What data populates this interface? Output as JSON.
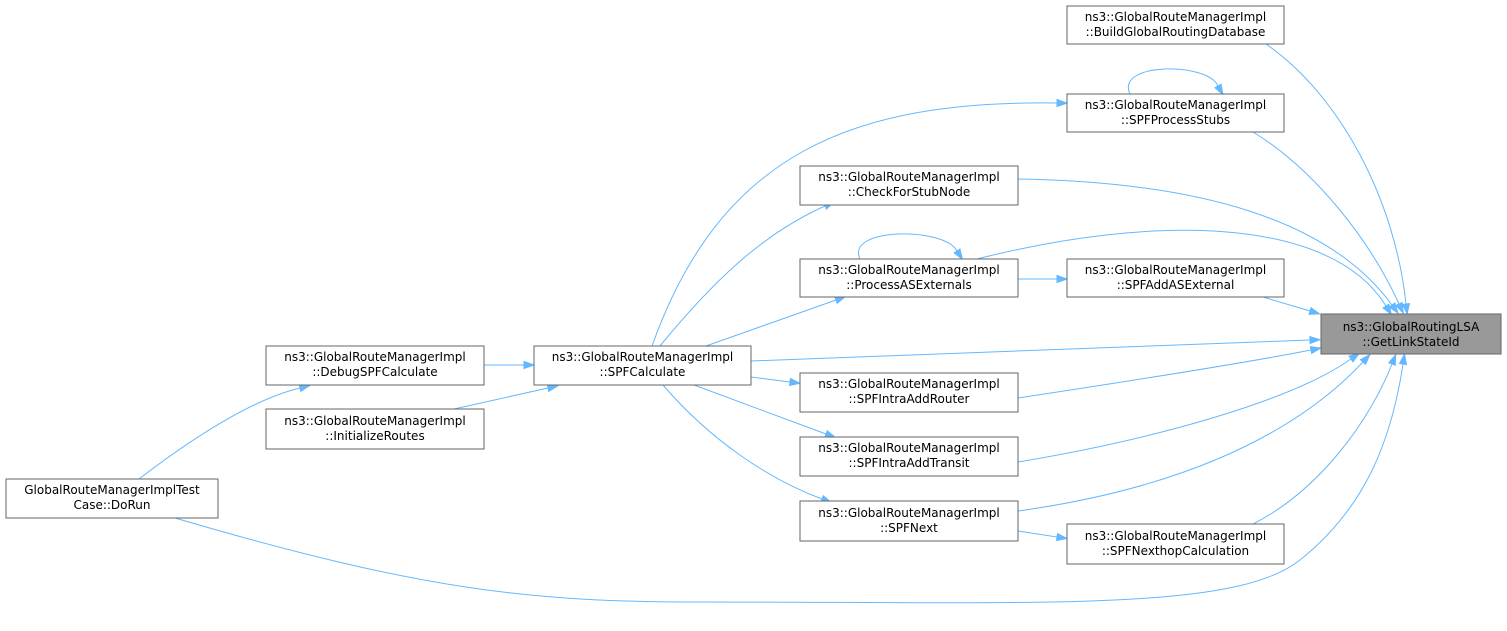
{
  "colors": {
    "edge": "#63b8ff",
    "focus_fill": "#999999",
    "node_border": "#666666"
  },
  "nodes": {
    "getlinkstateid": {
      "line1": "ns3::GlobalRoutingLSA",
      "line2": "::GetLinkStateId"
    },
    "buildglobalroutingdatabase": {
      "line1": "ns3::GlobalRouteManagerImpl",
      "line2": "::BuildGlobalRoutingDatabase"
    },
    "spfprocessstubs": {
      "line1": "ns3::GlobalRouteManagerImpl",
      "line2": "::SPFProcessStubs"
    },
    "checkforstubnode": {
      "line1": "ns3::GlobalRouteManagerImpl",
      "line2": "::CheckForStubNode"
    },
    "processasexternals": {
      "line1": "ns3::GlobalRouteManagerImpl",
      "line2": "::ProcessASExternals"
    },
    "spfaddasexternal": {
      "line1": "ns3::GlobalRouteManagerImpl",
      "line2": "::SPFAddASExternal"
    },
    "spfcalculate": {
      "line1": "ns3::GlobalRouteManagerImpl",
      "line2": "::SPFCalculate"
    },
    "spfintraaddrouter": {
      "line1": "ns3::GlobalRouteManagerImpl",
      "line2": "::SPFIntraAddRouter"
    },
    "spfintraaddtransit": {
      "line1": "ns3::GlobalRouteManagerImpl",
      "line2": "::SPFIntraAddTransit"
    },
    "spfnext": {
      "line1": "ns3::GlobalRouteManagerImpl",
      "line2": "::SPFNext"
    },
    "spfnexthopcalculation": {
      "line1": "ns3::GlobalRouteManagerImpl",
      "line2": "::SPFNexthopCalculation"
    },
    "debugspfcalculate": {
      "line1": "ns3::GlobalRouteManagerImpl",
      "line2": "::DebugSPFCalculate"
    },
    "initializeroutes": {
      "line1": "ns3::GlobalRouteManagerImpl",
      "line2": "::InitializeRoutes"
    },
    "dorun": {
      "line1": "GlobalRouteManagerImplTest",
      "line2": "Case::DoRun"
    }
  },
  "edges": [
    [
      "buildglobalroutingdatabase",
      "getlinkstateid"
    ],
    [
      "spfprocessstubs",
      "getlinkstateid"
    ],
    [
      "spfprocessstubs",
      "spfprocessstubs"
    ],
    [
      "checkforstubnode",
      "getlinkstateid"
    ],
    [
      "processasexternals",
      "getlinkstateid"
    ],
    [
      "processasexternals",
      "processasexternals"
    ],
    [
      "processasexternals",
      "spfaddasexternal"
    ],
    [
      "spfaddasexternal",
      "getlinkstateid"
    ],
    [
      "spfcalculate",
      "getlinkstateid"
    ],
    [
      "spfcalculate",
      "spfprocessstubs"
    ],
    [
      "spfcalculate",
      "checkforstubnode"
    ],
    [
      "spfcalculate",
      "processasexternals"
    ],
    [
      "spfcalculate",
      "spfintraaddrouter"
    ],
    [
      "spfcalculate",
      "spfintraaddtransit"
    ],
    [
      "spfcalculate",
      "spfnext"
    ],
    [
      "spfintraaddrouter",
      "getlinkstateid"
    ],
    [
      "spfintraaddtransit",
      "getlinkstateid"
    ],
    [
      "spfnext",
      "getlinkstateid"
    ],
    [
      "spfnext",
      "spfnexthopcalculation"
    ],
    [
      "spfnexthopcalculation",
      "getlinkstateid"
    ],
    [
      "debugspfcalculate",
      "spfcalculate"
    ],
    [
      "initializeroutes",
      "spfcalculate"
    ],
    [
      "dorun",
      "debugspfcalculate"
    ],
    [
      "dorun",
      "getlinkstateid"
    ]
  ]
}
